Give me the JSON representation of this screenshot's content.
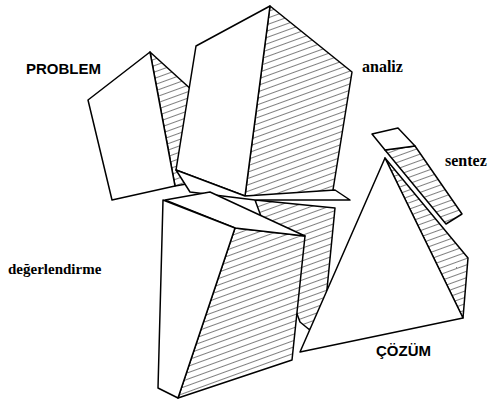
{
  "diagram": {
    "labels": [
      "PROBLEM",
      "analiz",
      "sentez",
      "değerlendirme",
      "ÇÖZÜM"
    ]
  }
}
